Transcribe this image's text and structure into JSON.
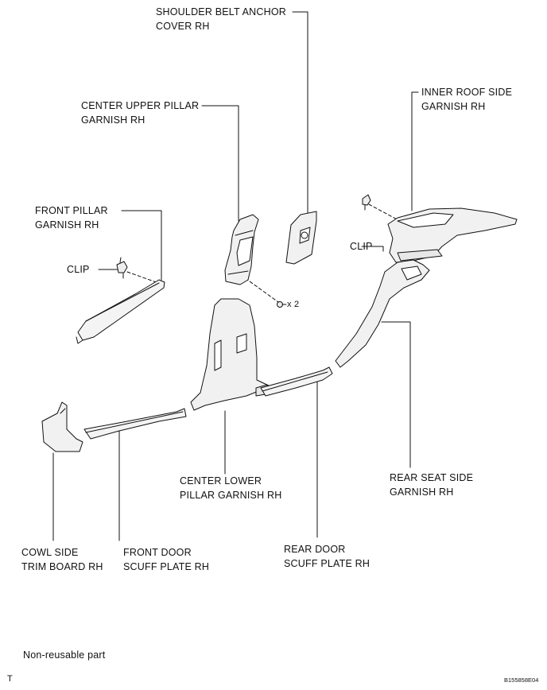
{
  "labels": {
    "shoulder_belt_anchor_cover": [
      "SHOULDER BELT ANCHOR",
      "COVER RH"
    ],
    "center_upper_pillar": [
      "CENTER UPPER PILLAR",
      "GARNISH RH"
    ],
    "inner_roof_side": [
      "INNER ROOF SIDE",
      "GARNISH RH"
    ],
    "front_pillar": [
      "FRONT PILLAR",
      "GARNISH RH"
    ],
    "clip_left": "CLIP",
    "clip_right": "CLIP",
    "quantity": "x 2",
    "center_lower_pillar": [
      "CENTER LOWER",
      "PILLAR GARNISH RH"
    ],
    "rear_seat_side": [
      "REAR SEAT SIDE",
      "GARNISH RH"
    ],
    "cowl_side": [
      "COWL SIDE",
      "TRIM BOARD RH"
    ],
    "front_door_scuff": [
      "FRONT DOOR",
      "SCUFF PLATE RH"
    ],
    "rear_door_scuff": [
      "REAR DOOR",
      "SCUFF PLATE RH"
    ]
  },
  "legend": {
    "symbol": "filled-circle",
    "text": "Non-reusable part"
  },
  "footer": {
    "left_mark": "T",
    "code": "B155858E04"
  }
}
